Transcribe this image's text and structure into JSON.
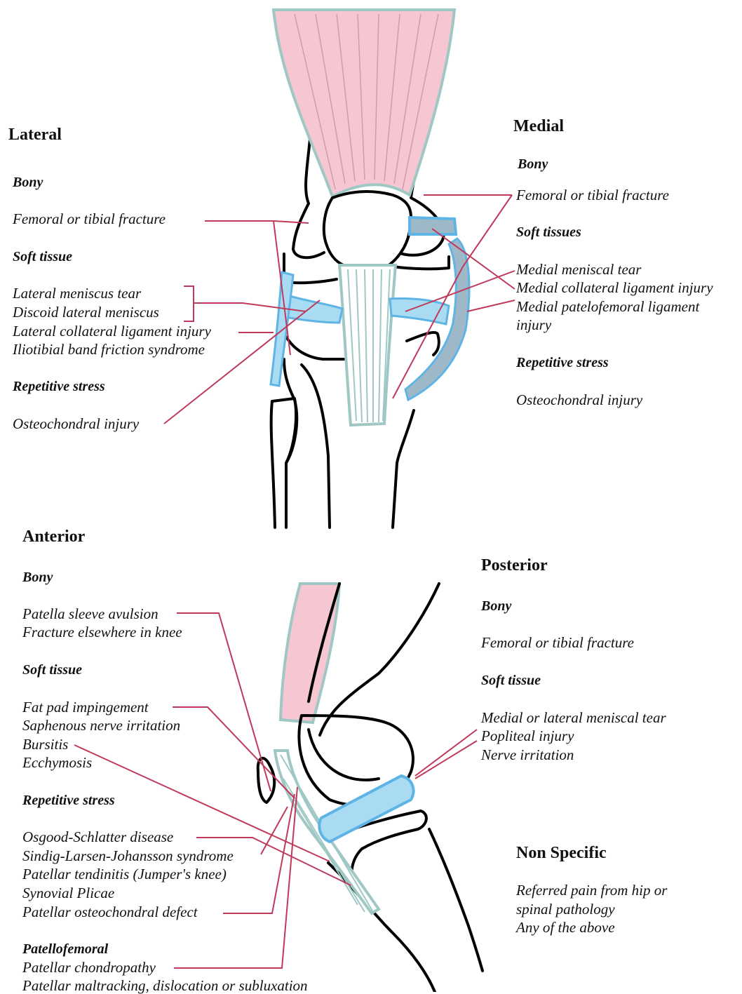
{
  "lateral": {
    "title": "Lateral",
    "bony_heading": "Bony",
    "bony_items": [
      "Femoral or tibial fracture"
    ],
    "soft_heading": "Soft tissue",
    "soft_items": [
      "Lateral meniscus tear",
      "Discoid lateral meniscus",
      "Lateral collateral ligament injury",
      "Iliotibial band friction syndrome"
    ],
    "stress_heading": "Repetitive stress",
    "stress_items": [
      "Osteochondral injury"
    ]
  },
  "medial": {
    "title": "Medial",
    "bony_heading": "Bony",
    "bony_items": [
      "Femoral or tibial fracture"
    ],
    "soft_heading": "Soft tissues",
    "soft_items": [
      "Medial meniscal tear",
      "Medial collateral ligament injury",
      "Medial patelofemoral ligament",
      "injury"
    ],
    "stress_heading": "Repetitive stress",
    "stress_items": [
      "Osteochondral injury"
    ]
  },
  "anterior": {
    "title": "Anterior",
    "bony_heading": "Bony",
    "bony_items": [
      "Patella sleeve avulsion",
      "Fracture elsewhere in knee"
    ],
    "soft_heading": "Soft tissue",
    "soft_items": [
      "Fat pad impingement",
      "Saphenous nerve irritation",
      "Bursitis",
      "Ecchymosis"
    ],
    "stress_heading": "Repetitive stress",
    "stress_items": [
      "Osgood-Schlatter disease",
      "Sindig-Larsen-Johansson syndrome",
      "Patellar tendinitis (Jumper's knee)",
      "Synovial Plicae",
      "Patellar osteochondral defect"
    ],
    "pf_heading": "Patellofemoral",
    "pf_items": [
      "Patellar chondropathy",
      "Patellar maltracking, dislocation or subluxation"
    ]
  },
  "posterior": {
    "title": "Posterior",
    "bony_heading": "Bony",
    "bony_items": [
      "Femoral or tibial fracture"
    ],
    "soft_heading": "Soft tissue",
    "soft_items": [
      "Medial or lateral meniscal tear",
      "Popliteal injury",
      "Nerve irritation"
    ]
  },
  "non_specific": {
    "title": "Non Specific",
    "items": [
      "Referred pain from hip or",
      "spinal pathology",
      "Any of the above"
    ]
  },
  "colors": {
    "muscle": "#f6c6d2",
    "tendon": "#9fc8c4",
    "ligament": "#a9dcf2",
    "ligament_edge": "#5fb4e6",
    "leader": "#c0395a",
    "bone": "#000000"
  }
}
